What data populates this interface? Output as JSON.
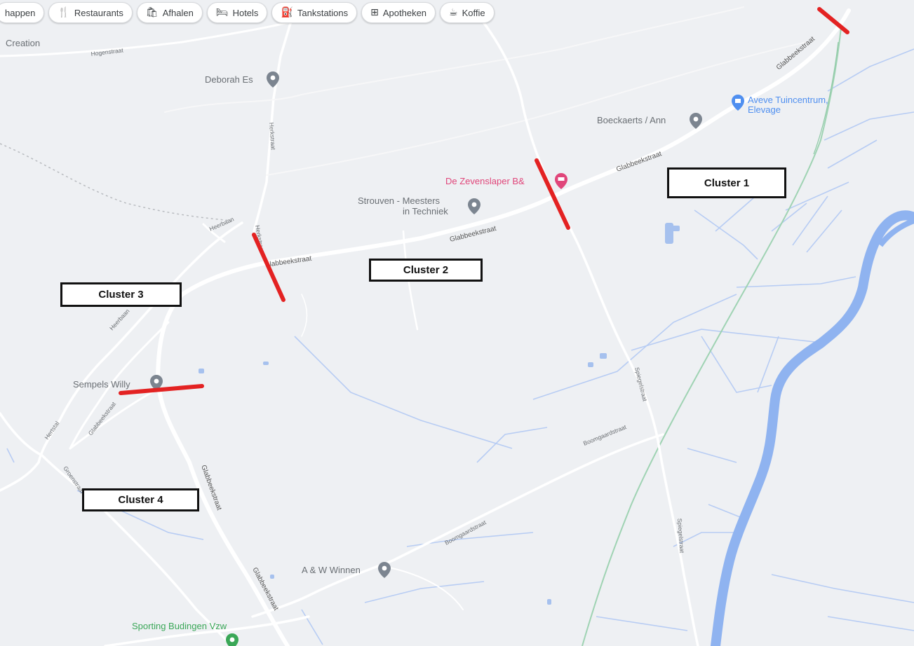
{
  "chips": [
    {
      "label": "happen",
      "icon": ""
    },
    {
      "label": "Restaurants",
      "icon": "restaurant-icon"
    },
    {
      "label": "Afhalen",
      "icon": "takeout-icon"
    },
    {
      "label": "Hotels",
      "icon": "hotel-icon"
    },
    {
      "label": "Tankstations",
      "icon": "gas-station-icon"
    },
    {
      "label": "Apotheken",
      "icon": "pharmacy-icon"
    },
    {
      "label": "Koffie",
      "icon": "coffee-icon"
    }
  ],
  "clusters": {
    "c1": "Cluster 1",
    "c2": "Cluster 2",
    "c3": "Cluster 3",
    "c4": "Cluster 4"
  },
  "pois": {
    "deborah": "Deborah Es",
    "boeckaerts": "Boeckaerts / Ann",
    "aveve_line1": "Aveve Tuincentrum,",
    "aveve_line2": "Elevage",
    "zevenslaper": "De Zevenslaper B&",
    "strouven_line1": "Strouven - Meesters",
    "strouven_line2": "in Techniek",
    "sempels": "Sempels Willy",
    "winnen": "A & W Winnen",
    "sporting": "Sporting Budingen Vzw",
    "creation": "Creation"
  },
  "streets": {
    "glabbeek": "Glabbeekstraat",
    "glabbeek_partial": "labbeekstraat",
    "hogenstraat": "Hogenstraat",
    "herkstraat": "Herkstraat",
    "heerbaan": "Heerbaan",
    "spiegelstraat": "Spiegelstraat",
    "boomgaardstraat": "Boomgaardstraat",
    "hertstal": "Hertstal",
    "groenstraat": "Groenstraat"
  },
  "colors": {
    "map_bg": "#eef0f3",
    "road": "#ffffff",
    "water": "#a6c1ee",
    "river": "#8fb3f0",
    "marker": "#e32222",
    "poi_grey": "#6f757a",
    "poi_red": "#e0467a",
    "poi_blue": "#4f8ff0",
    "poi_green": "#3aa757",
    "railway": "#9fd3b3"
  }
}
